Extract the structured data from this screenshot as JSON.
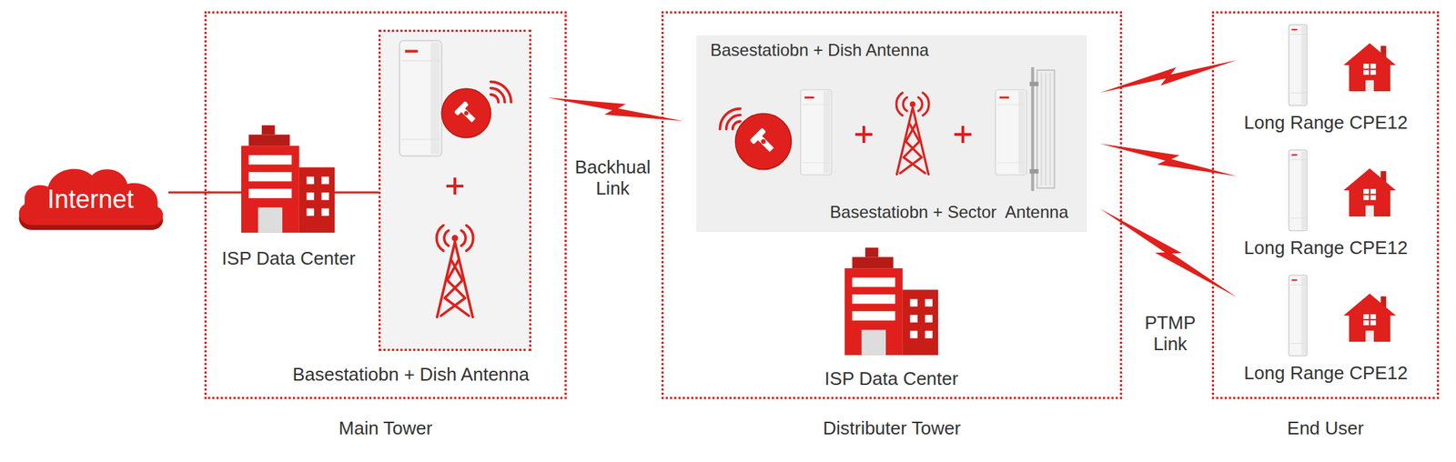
{
  "diagram": {
    "nodes": [
      {
        "text": [
          "Internet"
        ]
      },
      {
        "text": [
          "Main Tower"
        ]
      },
      {
        "text": [
          "ISP Data Center"
        ],
        "in": 1
      },
      {
        "text": [
          "Basestatiobn + Dish Antenna"
        ],
        "in": 1
      },
      {
        "text": [
          "Distributer Tower"
        ]
      },
      {
        "text": [
          "Basestatiobn + Dish Antenna",
          "Basestatiobn + Sector  Antenna"
        ],
        "in": 4
      },
      {
        "text": [
          "ISP Data Center"
        ],
        "in": 4
      },
      {
        "text": [
          "End User"
        ]
      },
      {
        "text": [
          "Long Range CPE12"
        ],
        "in": 7
      },
      {
        "text": [
          "Long Range CPE12"
        ],
        "in": 7
      },
      {
        "text": [
          "Long Range CPE12"
        ],
        "in": 7
      }
    ],
    "edges": [
      {
        "from": 0,
        "to": 2,
        "arrow": "none"
      },
      {
        "from": 2,
        "to": 3,
        "arrow": "none"
      },
      {
        "from": 3,
        "to": 5,
        "label": "Backhual Link",
        "arrow": "none"
      },
      {
        "from": 5,
        "to": 8,
        "arrow": "none"
      },
      {
        "from": 5,
        "to": 9,
        "arrow": "none"
      },
      {
        "from": 5,
        "to": 10,
        "arrow": "none"
      }
    ],
    "labels": [
      "PTMP Link"
    ]
  }
}
